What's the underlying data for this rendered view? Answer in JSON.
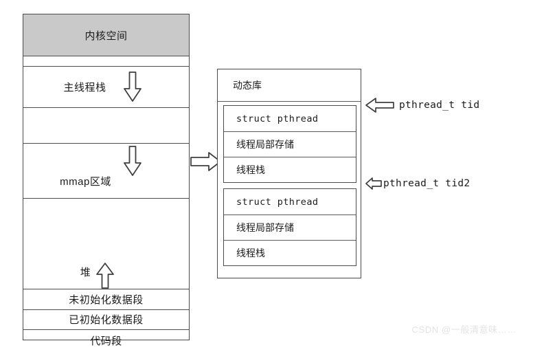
{
  "diagram": {
    "memory_box": {
      "name": "process-memory-layout",
      "rows": [
        {
          "label": "内核空间",
          "shaded": true
        },
        {
          "label": "",
          "shaded": false
        },
        {
          "label": "主线程栈",
          "shaded": false
        },
        {
          "label": "",
          "shaded": false
        },
        {
          "label": "mmap区域",
          "shaded": false
        },
        {
          "label": "堆",
          "shaded": false
        },
        {
          "label": "未初始化数据段",
          "shaded": false
        },
        {
          "label": "已初始化数据段",
          "shaded": false
        },
        {
          "label": "代码段",
          "shaded": false
        }
      ]
    },
    "library_box": {
      "title": "动态库",
      "thread_blocks": [
        {
          "rows": [
            "struct pthread",
            "线程局部存储",
            "线程栈"
          ],
          "callout": "pthread_t tid"
        },
        {
          "rows": [
            "struct pthread",
            "线程局部存储",
            "线程栈"
          ],
          "callout": "pthread_t tid2"
        }
      ]
    },
    "arrows": {
      "main_stack_direction": "down-arrow-icon",
      "mmap_direction": "down-arrow-icon",
      "heap_direction": "up-arrow-icon",
      "link": "right-arrow-icon"
    },
    "colors": {
      "kernel_fill": "#c9c9c9",
      "stroke": "#4a4a4a",
      "text": "#1b1b1b",
      "background": "#ffffff",
      "watermark": "#e3e3e3"
    }
  },
  "watermark": {
    "text": "CSDN @一般清意味……"
  }
}
